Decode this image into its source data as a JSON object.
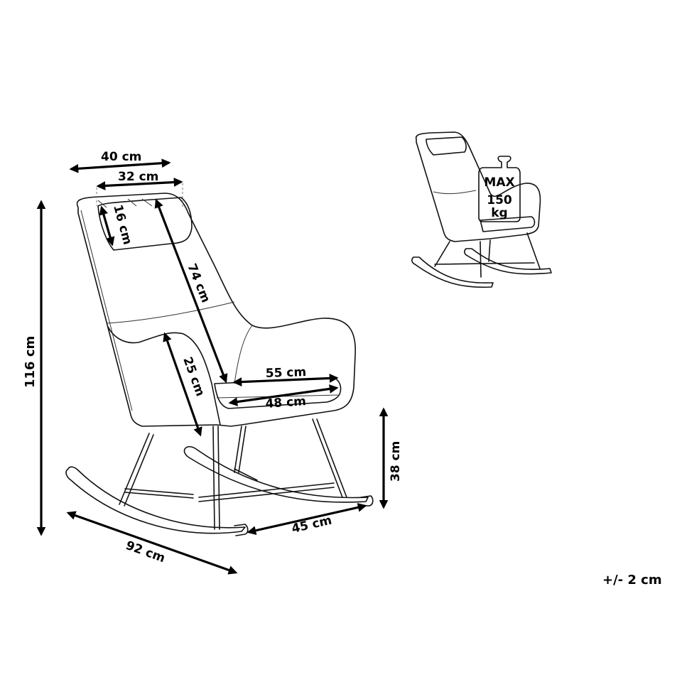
{
  "diagram": {
    "subject": "Rocking chair dimension drawing",
    "dimensions": {
      "headrest_outer_width": "40 cm",
      "headrest_inner_width": "32 cm",
      "headrest_height": "16 cm",
      "backrest_height": "74 cm",
      "armrest_height": "25 cm",
      "seat_width": "55 cm",
      "seat_depth": "48 cm",
      "total_height": "116 cm",
      "seat_height": "38 cm",
      "total_depth": "92 cm",
      "rocker_width": "45 cm"
    },
    "load_badge": {
      "line1": "MAX",
      "line2": "150",
      "line3": "kg"
    },
    "tolerance": "+/- 2 cm",
    "colors": {
      "line": "#111111",
      "background": "#ffffff"
    }
  }
}
